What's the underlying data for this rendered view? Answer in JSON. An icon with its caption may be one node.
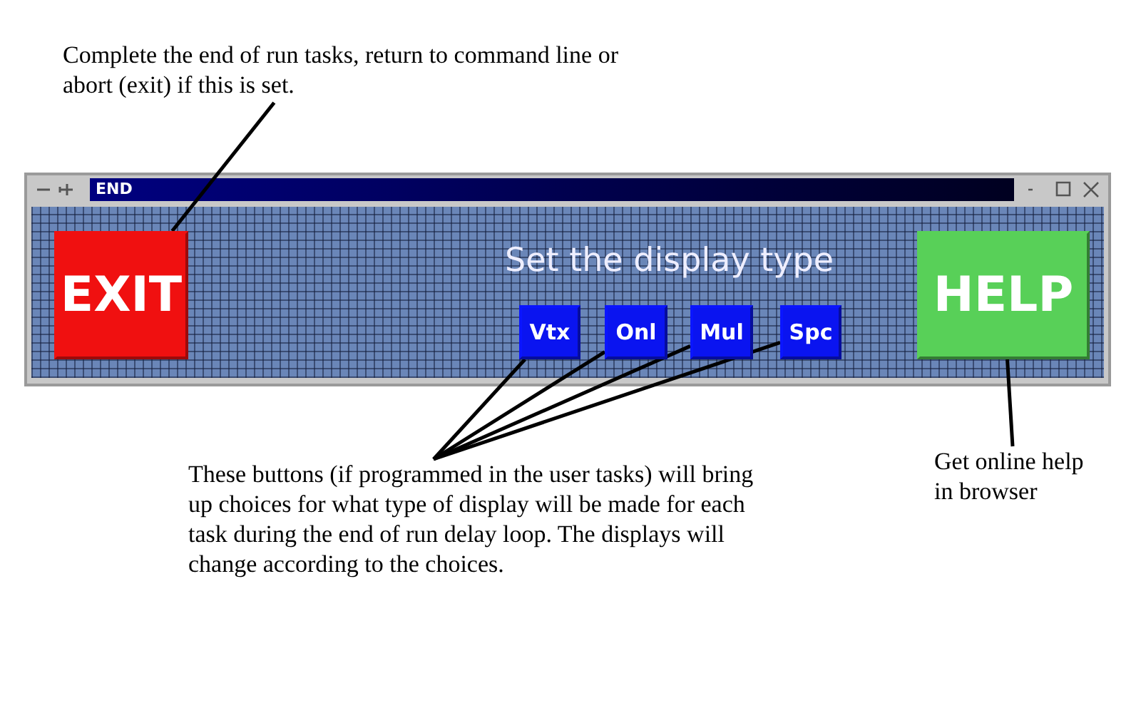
{
  "diagram": {
    "nodes": [
      {
        "text": [
          "Complete the end of run tasks, return to command line or abort (exit) if this is set."
        ]
      },
      {
        "text": [
          "END",
          "Set the display type"
        ]
      },
      {
        "text": [
          "EXIT"
        ],
        "in": 1
      },
      {
        "text": [
          "Vtx"
        ],
        "in": 1
      },
      {
        "text": [
          "Onl"
        ],
        "in": 1
      },
      {
        "text": [
          "Mul"
        ],
        "in": 1
      },
      {
        "text": [
          "Spc"
        ],
        "in": 1
      },
      {
        "text": [
          "HELP"
        ],
        "in": 1
      },
      {
        "text": [
          "These buttons (if programmed in the user tasks) will bring up choices for what type of display will be made for each task during the end of run delay loop.  The displays will change according to the choices."
        ]
      },
      {
        "text": [
          "Get online help in browser"
        ]
      }
    ],
    "edges": [
      {
        "from": 0,
        "to": 2,
        "arrow": "none"
      },
      {
        "from": 8,
        "to": 3,
        "arrow": "none"
      },
      {
        "from": 8,
        "to": 4,
        "arrow": "none"
      },
      {
        "from": 8,
        "to": 5,
        "arrow": "none"
      },
      {
        "from": 8,
        "to": 6,
        "arrow": "none"
      },
      {
        "from": 9,
        "to": 7,
        "arrow": "none"
      }
    ]
  }
}
